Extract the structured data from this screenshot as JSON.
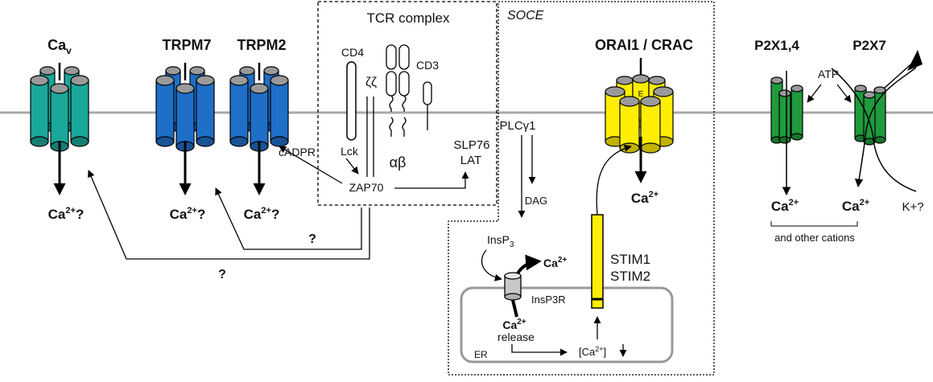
{
  "channels": {
    "cav": {
      "name": "Ca",
      "subscript": "v",
      "output": "Ca",
      "output_sup": "2+",
      "output_suffix": "?"
    },
    "trpm7": {
      "name": "TRPM7",
      "output": "Ca",
      "output_sup": "2+",
      "output_suffix": "?"
    },
    "trpm2": {
      "name": "TRPM2",
      "output": "Ca",
      "output_sup": "2+",
      "output_suffix": "?"
    },
    "orai": {
      "name": "ORAI1 / CRAC",
      "output": "Ca",
      "output_sup": "2+",
      "subunit_label": "E"
    },
    "p2x14": {
      "name": "P2X1,4",
      "output": "Ca",
      "output_sup": "2+"
    },
    "p2x7": {
      "name": "P2X7",
      "output": "Ca",
      "output_sup": "2+",
      "k_label": "K+?"
    }
  },
  "tcr": {
    "title": "TCR complex",
    "cd4": "CD4",
    "zeta": "ζζ",
    "cd3": "CD3",
    "lck": "Lck",
    "ab": "αβ",
    "zap70": "ZAP70"
  },
  "labels": {
    "cadpr": "cADPR",
    "slp76": "SLP76",
    "lat": "LAT",
    "plc": "PLCγ1",
    "dag": "DAG",
    "insp3_base": "InsP",
    "insp3_sub": "3",
    "insp3r": "InsP3R",
    "ca_release_ion": "Ca",
    "ca_release_sup": "2+",
    "release": "release",
    "er": "ER",
    "ca_er_open": "[Ca",
    "ca_er_sup": "2+",
    "ca_er_close": "]",
    "stim1": "STIM1",
    "stim2": "STIM2",
    "soce": "SOCE",
    "atp": "ATP",
    "other_cations": "and other cations",
    "question": "?",
    "ca_cyto_ion": "Ca",
    "ca_cyto_sup": "2+"
  },
  "colors": {
    "cav": "#1aa89a",
    "trpm": "#1f6fc8",
    "orai": "#ffee00",
    "p2x": "#1f9a3c",
    "membrane": "#a8a8a8"
  }
}
